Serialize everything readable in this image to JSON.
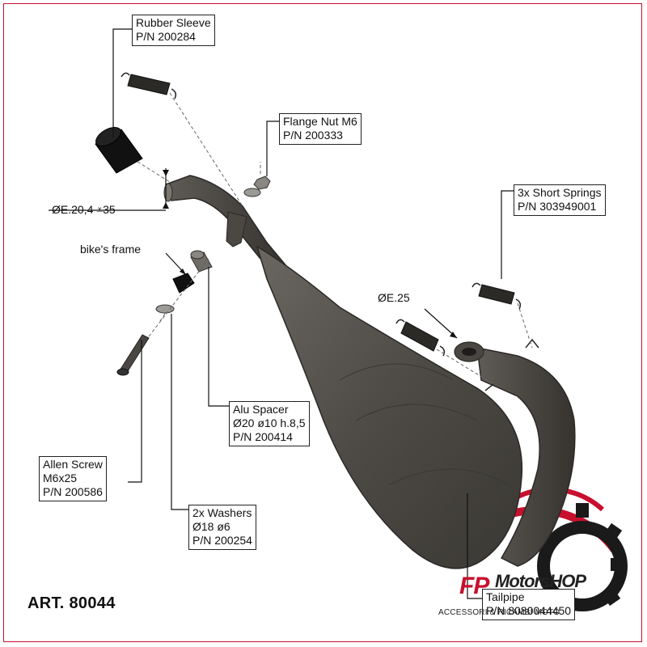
{
  "labels": {
    "rubber_sleeve": {
      "name": "Rubber Sleeve",
      "pn": "P/N 200284"
    },
    "flange_nut": {
      "name": "Flange Nut M6",
      "pn": "P/N 200333"
    },
    "short_springs": {
      "name": "3x Short Springs",
      "pn": "P/N 303949001"
    },
    "alu_spacer": {
      "name": "Alu Spacer",
      "dims": "Ø20 ø10 h.8,5",
      "pn": "P/N 200414"
    },
    "allen_screw": {
      "name": "Allen Screw",
      "size": "M6x25",
      "pn": "P/N 200586"
    },
    "washers": {
      "name": "2x Washers",
      "dims": "Ø18 ø6",
      "pn": "P/N 200254"
    },
    "tailpipe": {
      "name": "Tailpipe",
      "pn": "P/N 8080044450"
    }
  },
  "annotations": {
    "inlet_dim": "ØE.20,4 ⩡35",
    "outlet_dim": "ØE.25",
    "bikes_frame": "bike's frame"
  },
  "article": "ART. 80044",
  "logo": {
    "fp": "FP",
    "rest": "MotorsHOP",
    "tagline": "ACCESSORI & RICAMBI MOTO"
  },
  "colors": {
    "exhaust": "#55524d",
    "brand_red": "#c8102e",
    "outline": "#222222"
  }
}
